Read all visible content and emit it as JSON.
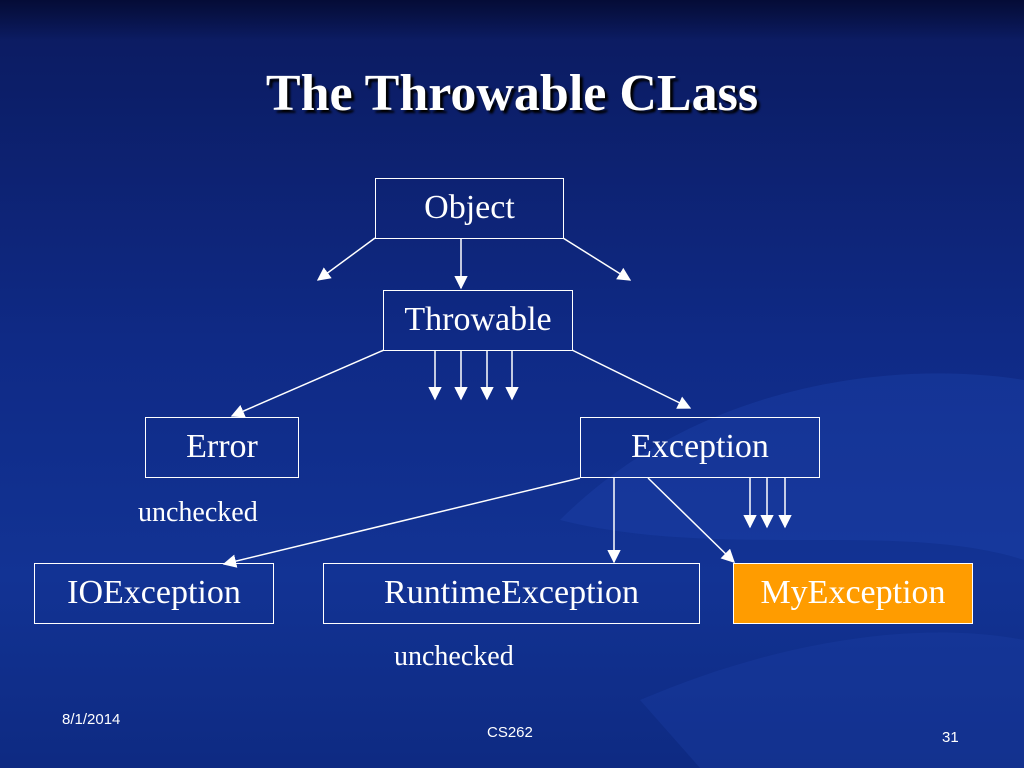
{
  "slide": {
    "title": "The Throwable CLass",
    "footer_date": "8/1/2014",
    "footer_center": "CS262",
    "page_number": "31"
  },
  "diagram": {
    "nodes": {
      "object": "Object",
      "throwable": "Throwable",
      "error": "Error",
      "exception": "Exception",
      "ioexception": "IOException",
      "runtimeexception": "RuntimeException",
      "myexception": "MyException"
    },
    "notes": {
      "error_note": "unchecked",
      "runtime_note": "unchecked"
    }
  },
  "colors": {
    "background": "#0f2a86",
    "highlight": "#ff9c00",
    "line": "#ffffff"
  }
}
